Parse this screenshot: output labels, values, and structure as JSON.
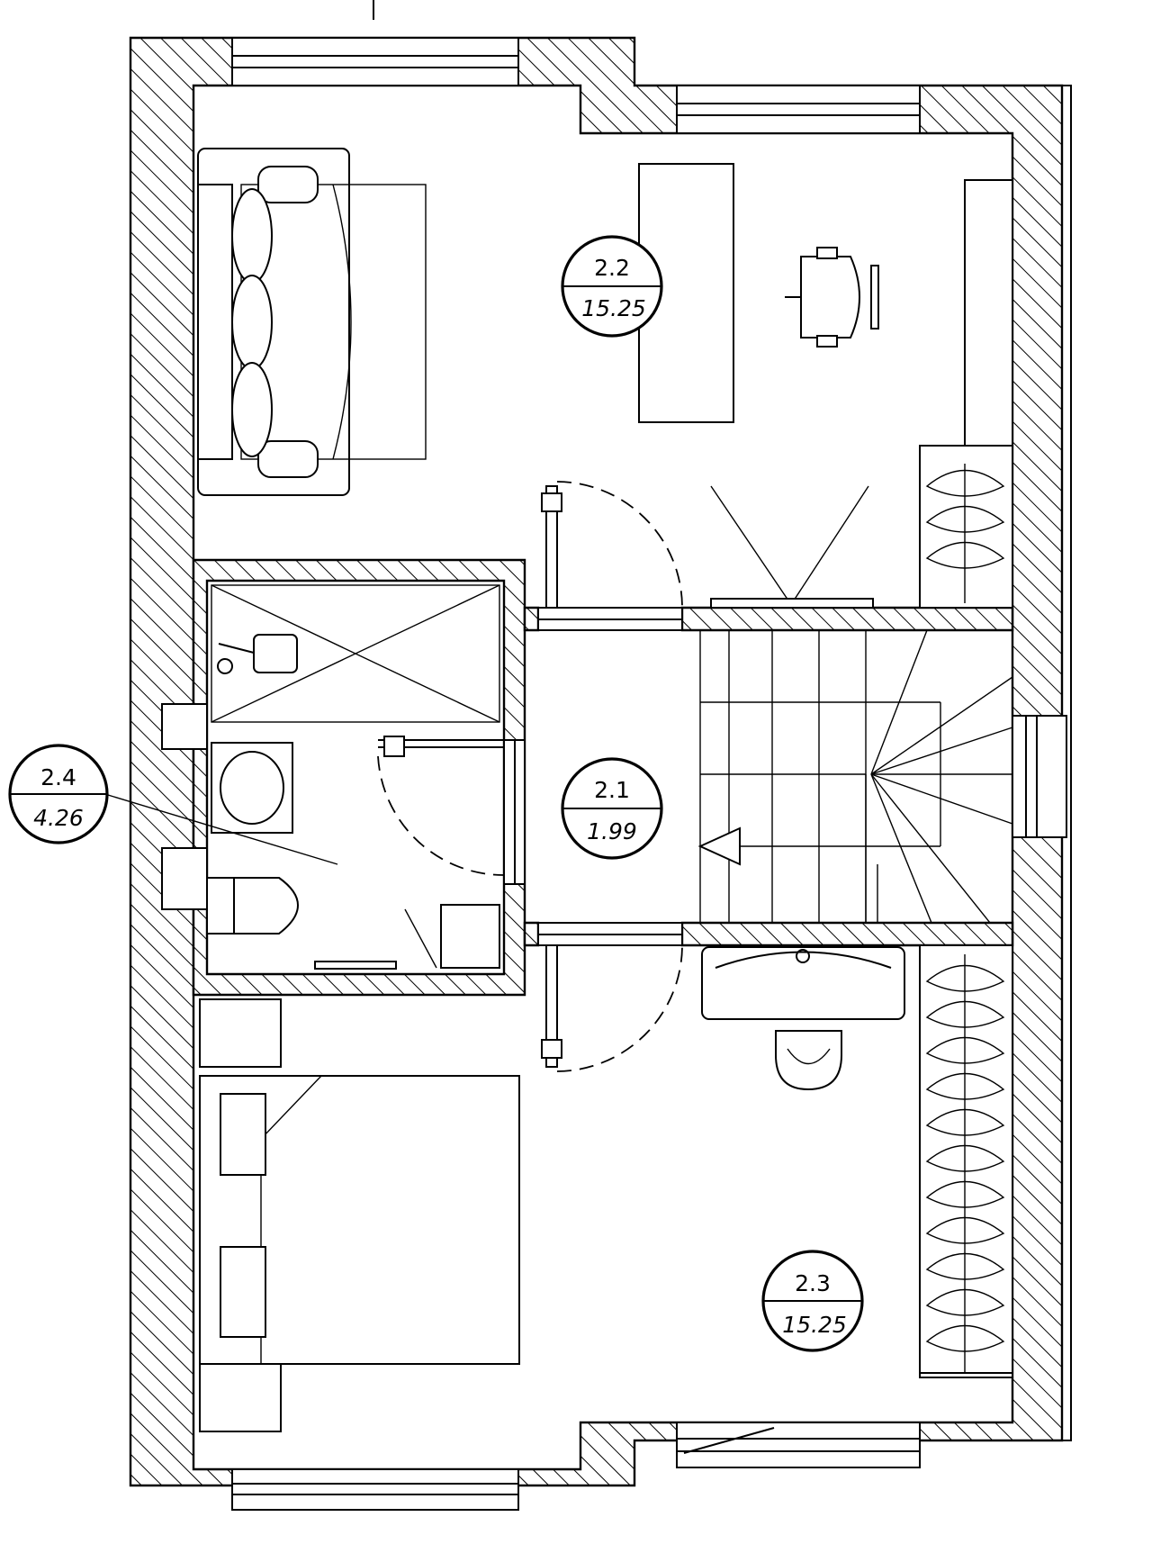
{
  "rooms": [
    {
      "id": "2.2",
      "area": "15.25"
    },
    {
      "id": "2.1",
      "area": "1.99"
    },
    {
      "id": "2.4",
      "area": "4.26"
    },
    {
      "id": "2.3",
      "area": "15.25"
    }
  ]
}
